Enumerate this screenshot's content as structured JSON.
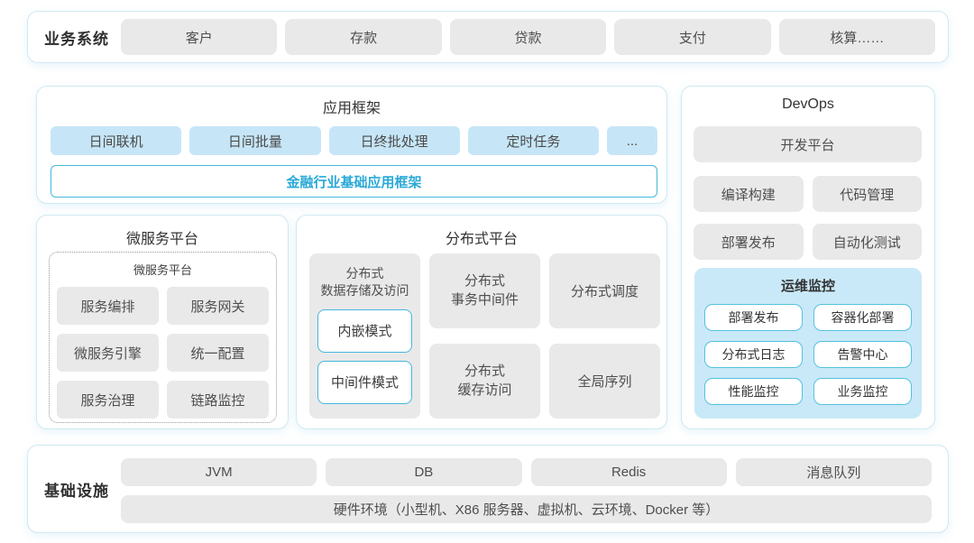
{
  "colors": {
    "panel_border": "#cfe9f2",
    "gray_fill": "#e9e9e9",
    "light_blue_fill": "#c6e6f7",
    "monitor_bg": "#c9e9f8",
    "cyan_border": "#45b7dc",
    "cyan_text": "#29a9d6",
    "text_dark": "#333333",
    "text_gray": "#4e4e4e"
  },
  "business_systems": {
    "label": "业务系统",
    "items": [
      "客户",
      "存款",
      "贷款",
      "支付",
      "核算……"
    ]
  },
  "app_framework": {
    "title": "应用框架",
    "items": [
      "日间联机",
      "日间批量",
      "日终批处理",
      "定时任务",
      "..."
    ],
    "base_framework": "金融行业基础应用框架"
  },
  "microservice": {
    "title": "微服务平台",
    "inner_title": "微服务平台",
    "items": [
      "服务编排",
      "服务网关",
      "微服务引擎",
      "统一配置",
      "服务治理",
      "链路监控"
    ]
  },
  "distributed": {
    "title": "分布式平台",
    "storage_label": "分布式\n数据存储及访问",
    "storage_modes": [
      "内嵌模式",
      "中间件模式"
    ],
    "cells": [
      "分布式\n事务中间件",
      "分布式调度",
      "分布式\n缓存访问",
      "全局序列"
    ]
  },
  "devops": {
    "title": "DevOps",
    "dev_platform": "开发平台",
    "items": [
      "编译构建",
      "代码管理",
      "部署发布",
      "自动化测试"
    ],
    "monitoring": {
      "title": "运维监控",
      "items": [
        "部署发布",
        "容器化部署",
        "分布式日志",
        "告警中心",
        "性能监控",
        "业务监控"
      ]
    }
  },
  "infrastructure": {
    "label": "基础设施",
    "items": [
      "JVM",
      "DB",
      "Redis",
      "消息队列"
    ],
    "hardware": "硬件环境（小型机、X86 服务器、虚拟机、云环境、Docker 等）"
  }
}
